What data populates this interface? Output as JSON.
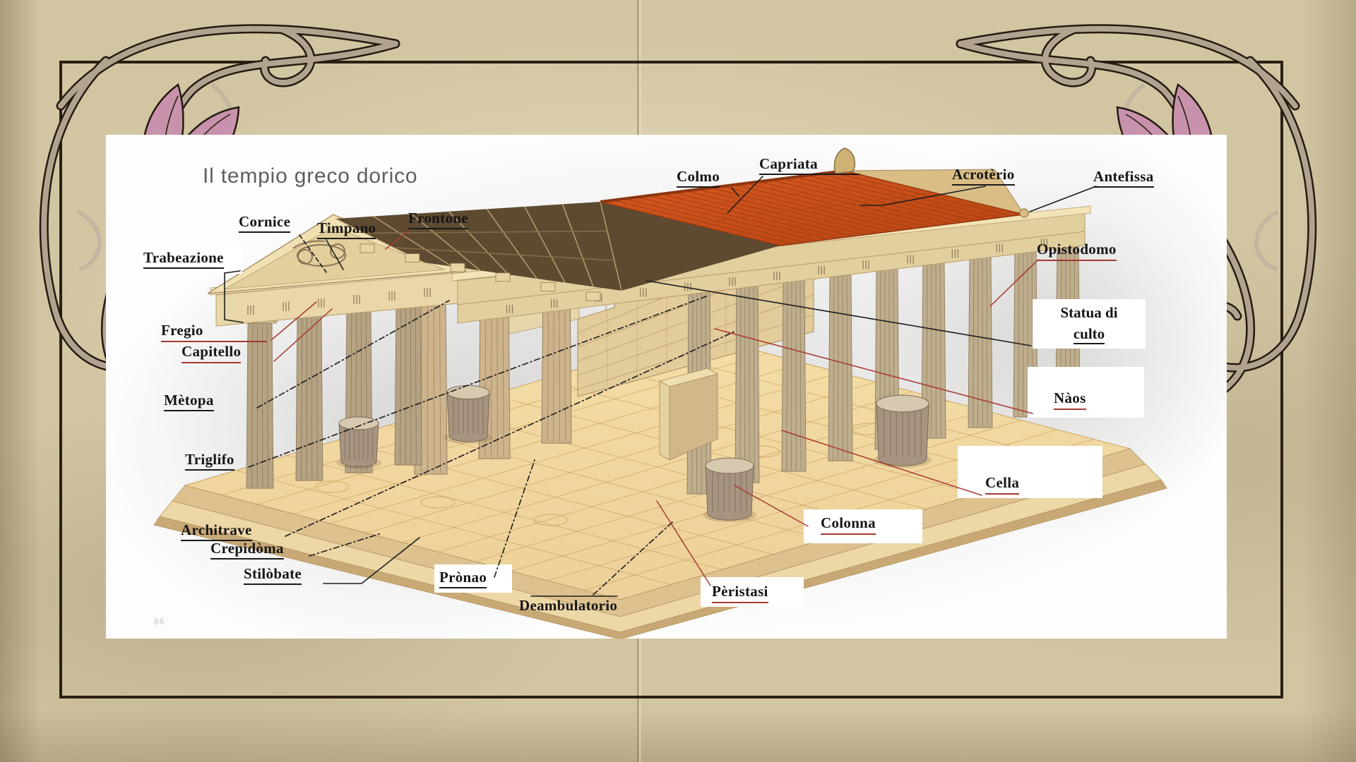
{
  "title": "Il tempio greco dorico",
  "page_mark": "86",
  "colors": {
    "parchment": "#d2c5a2",
    "border": "#2b2014",
    "panel": "#fdfdfd",
    "leader_black": "#1c1c1c",
    "leader_red": "#a63a32",
    "roof_orange": "#cf5420",
    "stone_cream": "#e9d7a9",
    "flower_pink": "#c892ac",
    "ornament_taupe": "#b2a390"
  },
  "labels": {
    "cornice": "Cornice",
    "timpano": "Timpano",
    "frontone": "Frontone",
    "trabeazione": "Trabeazione",
    "fregio": "Fregio",
    "capitello": "Capitello",
    "metopa": "Mètopa",
    "triglifo": "Triglifo",
    "architrave": "Architrave",
    "crepidoma": "Crepidòma",
    "stilobate": "Stilòbate",
    "pronao": "Prònao",
    "deambulatorio": "Deambulatorio",
    "peristasi": "Pèristasi",
    "colmo": "Colmo",
    "capriata": "Capriata",
    "acroterio": "Acrotèrio",
    "antefissa": "Antefissa",
    "opistodomo": "Opistodomo",
    "statua_line1": "Statua di",
    "statua_line2": "culto",
    "naos": "Nàos",
    "cella": "Cella",
    "colonna": "Colonna"
  }
}
